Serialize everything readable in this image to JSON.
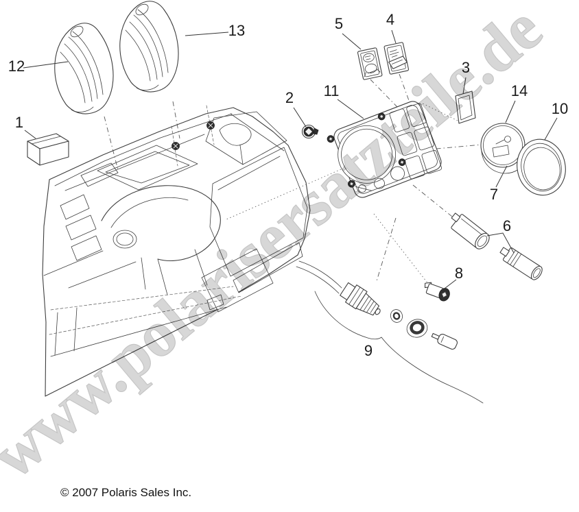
{
  "watermark": {
    "text": "www.polarisersatzteile.de"
  },
  "footer": {
    "copyright": "© 2007 Polaris Sales Inc."
  },
  "callouts": [
    {
      "label": "1"
    },
    {
      "label": "2"
    },
    {
      "label": "3"
    },
    {
      "label": "4"
    },
    {
      "label": "5"
    },
    {
      "label": "6"
    },
    {
      "label": "7"
    },
    {
      "label": "8"
    },
    {
      "label": "9"
    },
    {
      "label": "10"
    },
    {
      "label": "11"
    },
    {
      "label": "12"
    },
    {
      "label": "13"
    },
    {
      "label": "14"
    }
  ],
  "colors": {
    "line": "#3d3d3d",
    "label": "#1a1a1a",
    "watermark": "#d4d4d4",
    "background": "#ffffff"
  }
}
